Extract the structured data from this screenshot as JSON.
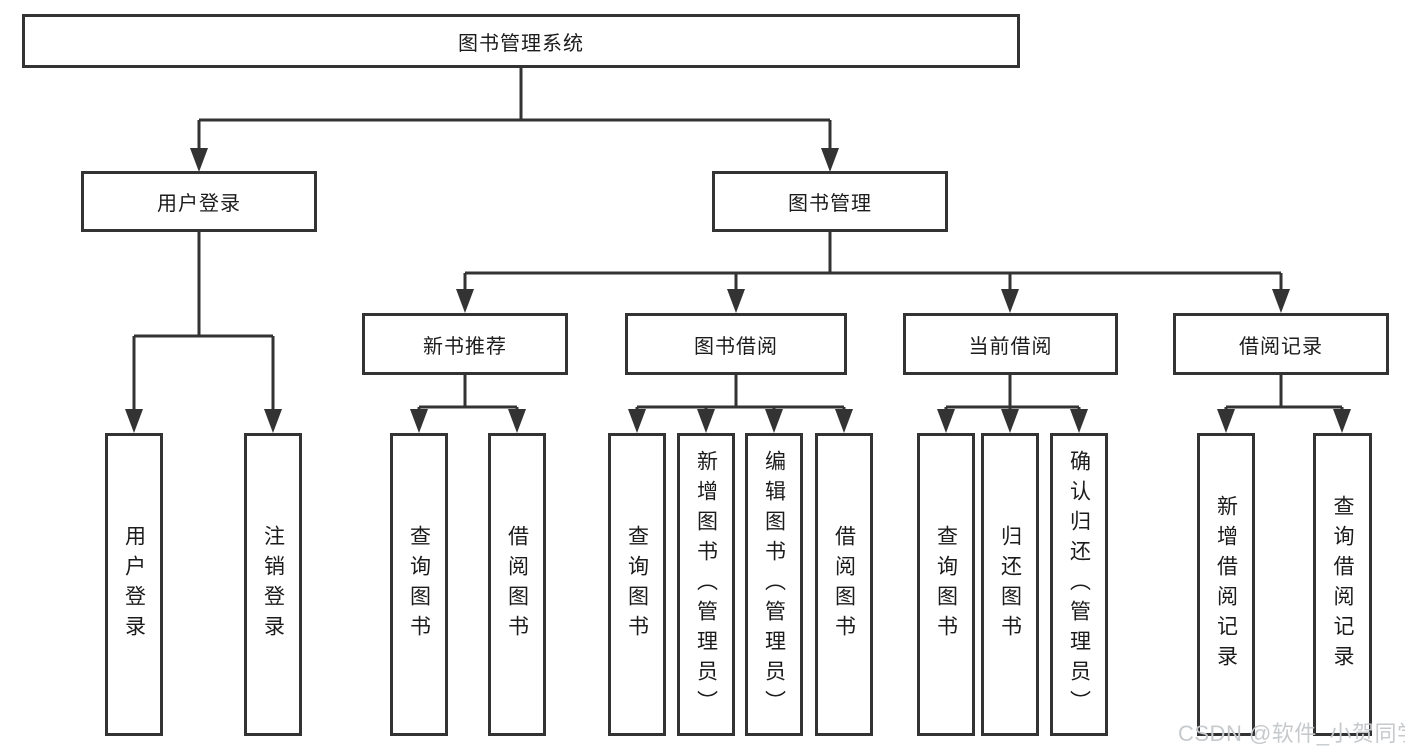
{
  "diagram": {
    "root": {
      "label": "图书管理系统"
    },
    "level2": {
      "user_login": {
        "label": "用户登录"
      },
      "book_mgmt": {
        "label": "图书管理"
      }
    },
    "level3": {
      "new_books": {
        "label": "新书推荐"
      },
      "borrowing": {
        "label": "图书借阅"
      },
      "current": {
        "label": "当前借阅"
      },
      "records": {
        "label": "借阅记录"
      }
    },
    "leaves": {
      "user_login": {
        "login": "用户登录",
        "logout": "注销登录"
      },
      "new_books": {
        "query": "查询图书",
        "borrow": "借阅图书"
      },
      "borrowing": {
        "query": "查询图书",
        "add": "新增图书（管理员）",
        "edit": "编辑图书（管理员）",
        "borrow": "借阅图书"
      },
      "current": {
        "query": "查询图书",
        "return": "归还图书",
        "confirm": "确认归还（管理员）"
      },
      "records": {
        "add": "新增借阅记录",
        "query": "查询借阅记录"
      }
    }
  },
  "watermark": {
    "text": "CSDN @软件_小贺同学"
  },
  "colors": {
    "line": "#333333",
    "text": "#1c1c1c",
    "background": "#ffffff",
    "watermark": "#c7cacd"
  }
}
